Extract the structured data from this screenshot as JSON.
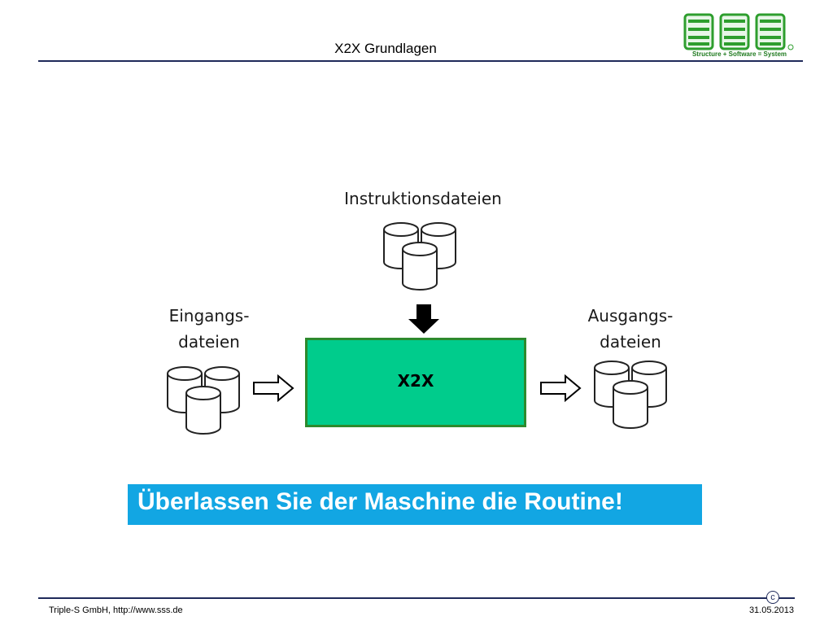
{
  "header": {
    "title": "X2X Grundlagen",
    "logo_tagline": "Structure + Software = System"
  },
  "diagram": {
    "instructions_label": "Instruktionsdateien",
    "input_label_line1": "Eingangs-",
    "input_label_line2": "dateien",
    "output_label_line1": "Ausgangs-",
    "output_label_line2": "dateien",
    "center_label": "X2X",
    "center_color": "#00cc8c"
  },
  "banner": {
    "text": "Überlassen Sie der Maschine die Routine!",
    "color": "#12a6e3"
  },
  "footer": {
    "company": "Triple-S GmbH, http://www.sss.de",
    "date": "31.05.2013",
    "copyright_symbol": "c"
  },
  "icons": [
    "database-icon",
    "arrow-right-icon",
    "arrow-down-icon",
    "copyright-icon",
    "sss-logo"
  ]
}
